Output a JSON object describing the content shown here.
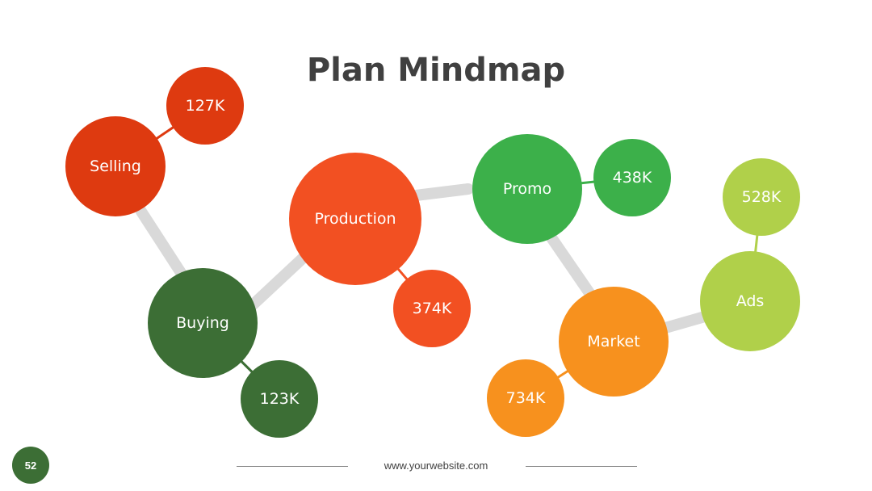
{
  "title": "Plan Mindmap",
  "footer": {
    "website": "www.yourwebsite.com",
    "page_number": "52"
  },
  "colors": {
    "red": "#de3a10",
    "orange_red": "#f25022",
    "dark_green": "#3c6e35",
    "green": "#3cb04a",
    "orange": "#f7911e",
    "lime": "#b0d04a",
    "connector": "#d9d9d9"
  },
  "nodes": [
    {
      "id": "selling",
      "label": "Selling",
      "color": "#de3a10"
    },
    {
      "id": "selling_val",
      "label": "127K",
      "color": "#de3a10"
    },
    {
      "id": "buying",
      "label": "Buying",
      "color": "#3c6e35"
    },
    {
      "id": "buying_val",
      "label": "123K",
      "color": "#3c6e35"
    },
    {
      "id": "production",
      "label": "Production",
      "color": "#f25022"
    },
    {
      "id": "production_val",
      "label": "374K",
      "color": "#f25022"
    },
    {
      "id": "promo",
      "label": "Promo",
      "color": "#3cb04a"
    },
    {
      "id": "promo_val",
      "label": "438K",
      "color": "#3cb04a"
    },
    {
      "id": "market",
      "label": "Market",
      "color": "#f7911e"
    },
    {
      "id": "market_val",
      "label": "734K",
      "color": "#f7911e"
    },
    {
      "id": "ads",
      "label": "Ads",
      "color": "#b0d04a"
    },
    {
      "id": "ads_val",
      "label": "528K",
      "color": "#b0d04a"
    }
  ],
  "edges": [
    {
      "from": "selling",
      "to": "buying",
      "type": "main"
    },
    {
      "from": "buying",
      "to": "production",
      "type": "main"
    },
    {
      "from": "production",
      "to": "promo",
      "type": "main"
    },
    {
      "from": "promo",
      "to": "market",
      "type": "main"
    },
    {
      "from": "market",
      "to": "ads",
      "type": "main"
    },
    {
      "from": "selling",
      "to": "selling_val",
      "type": "sub"
    },
    {
      "from": "buying",
      "to": "buying_val",
      "type": "sub"
    },
    {
      "from": "production",
      "to": "production_val",
      "type": "sub"
    },
    {
      "from": "promo",
      "to": "promo_val",
      "type": "sub"
    },
    {
      "from": "market",
      "to": "market_val",
      "type": "sub"
    },
    {
      "from": "ads",
      "to": "ads_val",
      "type": "sub"
    }
  ]
}
